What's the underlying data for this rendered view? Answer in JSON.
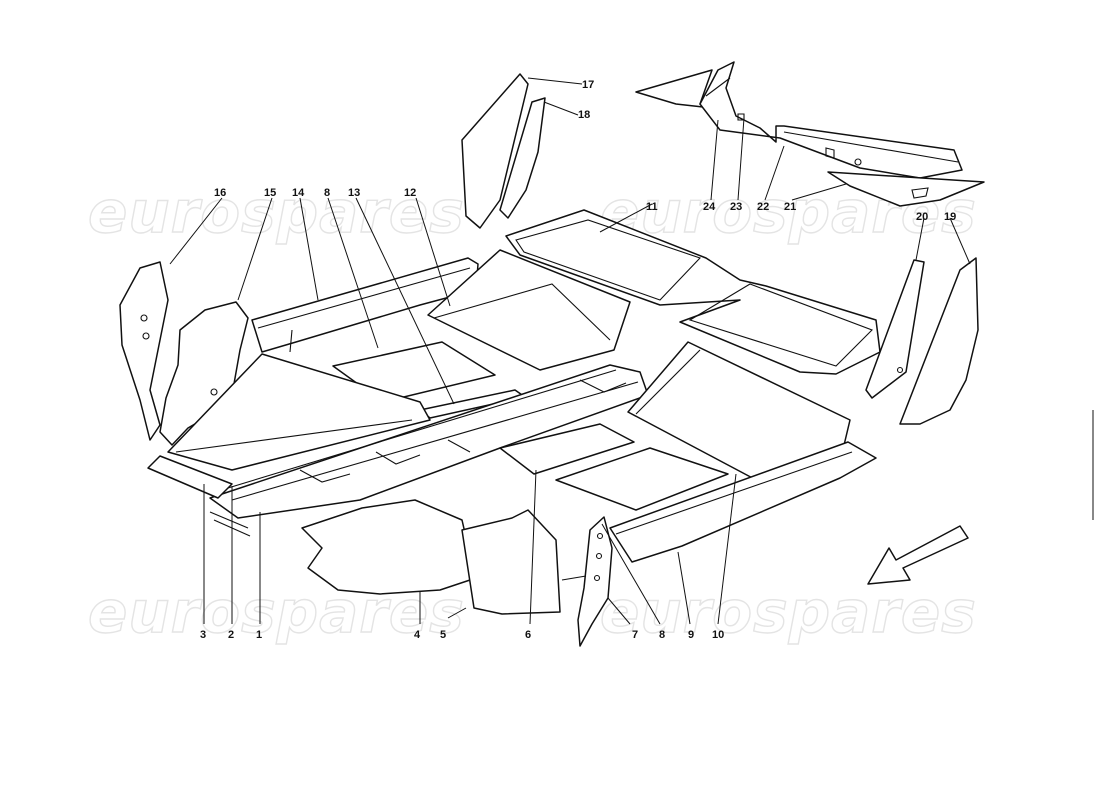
{
  "watermarks": [
    "eurospares",
    "eurospares",
    "eurospares",
    "eurospares"
  ],
  "callouts": [
    "1",
    "2",
    "3",
    "4",
    "5",
    "6",
    "7",
    "8",
    "8",
    "9",
    "10",
    "11",
    "12",
    "13",
    "14",
    "15",
    "16",
    "17",
    "18",
    "19",
    "20",
    "21",
    "22",
    "23",
    "24"
  ],
  "colors": {
    "line": "#111111",
    "paper": "#ffffff",
    "watermark": "#e4e4e4"
  },
  "icons": {
    "direction": "direction-arrow-icon"
  }
}
